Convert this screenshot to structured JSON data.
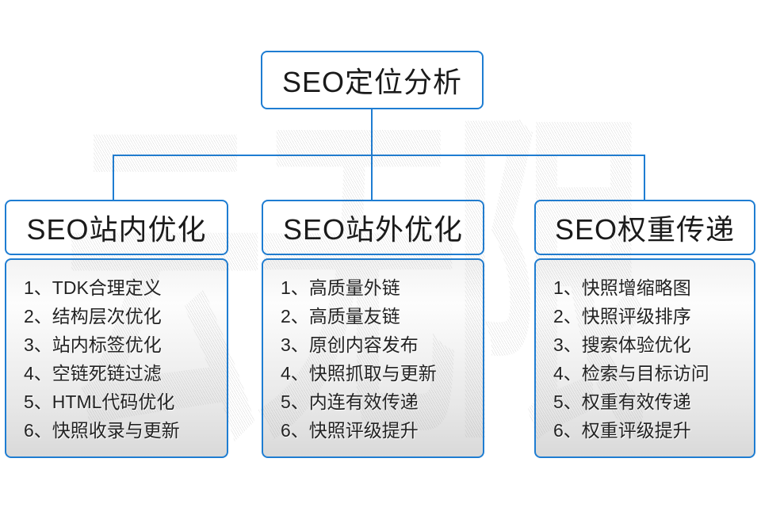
{
  "root": {
    "title": "SEO定位分析"
  },
  "branches": [
    {
      "title": "SEO站内优化",
      "items": [
        "1、TDK合理定义",
        "2、结构层次优化",
        "3、站内标签优化",
        "4、空链死链过滤",
        "5、HTML代码优化",
        "6、快照收录与更新"
      ]
    },
    {
      "title": "SEO站外优化",
      "items": [
        "1、高质量外链",
        "2、高质量友链",
        "3、原创内容发布",
        "4、快照抓取与更新",
        "5、内连有效传递",
        "6、快照评级提升"
      ]
    },
    {
      "title": "SEO权重传递",
      "items": [
        "1、快照增缩略图",
        "2、快照评级排序",
        "3、搜索体验优化",
        "4、检索与目标访问",
        "5、权重有效传递",
        "6、权重评级提升"
      ]
    }
  ],
  "watermark": {
    "text": "云无限"
  },
  "colors": {
    "accent_blue": "#1e7dd2",
    "text": "#1a1a1a",
    "body_gradient_bottom": "#d9d9d9"
  }
}
